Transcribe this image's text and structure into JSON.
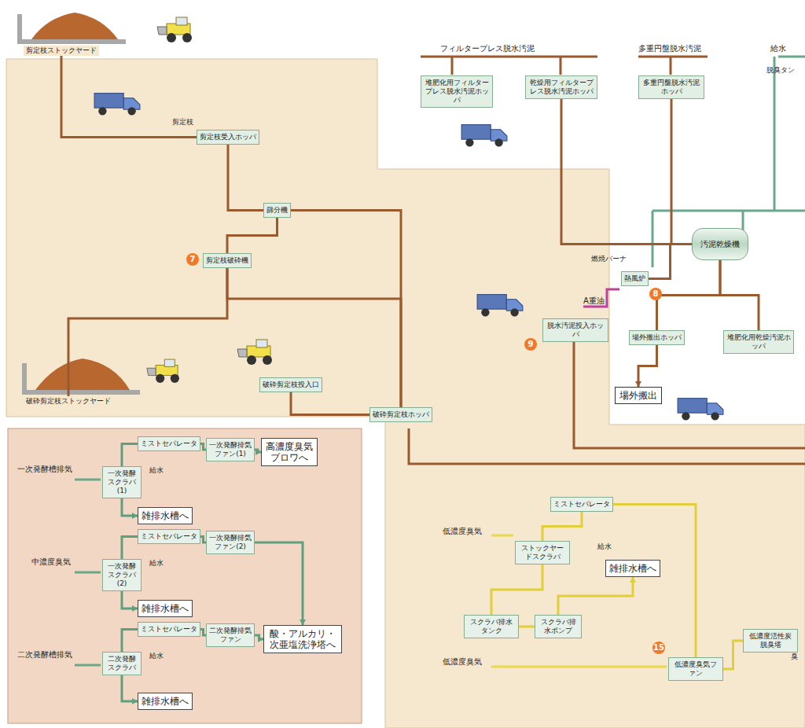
{
  "diagram": {
    "nodes": [
      {
        "text": [
          "剪定枝ストックヤード"
        ]
      },
      {
        "text": [
          "剪定枝受入ホッパ"
        ]
      },
      {
        "text": [
          "篩分機"
        ]
      },
      {
        "text": [
          "剪定枝破砕機"
        ]
      },
      {
        "text": [
          "破砕剪定枝ストックヤード"
        ]
      },
      {
        "text": [
          "破砕剪定枝投入口"
        ]
      },
      {
        "text": [
          "破砕剪定枝ホッパ"
        ]
      },
      {
        "text": [
          "堆肥化用フィルタープレス脱水汚泥ホッパ"
        ]
      },
      {
        "text": [
          "乾燥用フィルタープレス脱水汚泥ホッパ"
        ]
      },
      {
        "text": [
          "多重円盤脱水汚泥ホッパ"
        ]
      },
      {
        "text": [
          "熱風炉"
        ]
      },
      {
        "text": [
          "汚泥乾燥機"
        ]
      },
      {
        "text": [
          "場外搬出ホッパ"
        ]
      },
      {
        "text": [
          "堆肥化用乾燥汚泥ホッパ"
        ]
      },
      {
        "text": [
          "場外搬出"
        ]
      },
      {
        "text": [
          "脱水汚泥投入ホッパ"
        ]
      },
      {
        "text": [
          "ミストセパレータ"
        ]
      },
      {
        "text": [
          "一次発酵排気ファン(1)"
        ]
      },
      {
        "text": [
          "高濃度臭気 ブロワへ"
        ]
      },
      {
        "text": [
          "一次発酵スクラバ(1)"
        ]
      },
      {
        "text": [
          "雑排水槽へ"
        ]
      },
      {
        "text": [
          "ミストセパレータ"
        ]
      },
      {
        "text": [
          "一次発酵排気ファン(2)"
        ]
      },
      {
        "text": [
          "一次発酵スクラバ(2)"
        ]
      },
      {
        "text": [
          "雑排水槽へ"
        ]
      },
      {
        "text": [
          "ミストセパレータ"
        ]
      },
      {
        "text": [
          "二次発酵排気ファン"
        ]
      },
      {
        "text": [
          "酸・アルカリ・ 次亜塩洗浄塔へ"
        ]
      },
      {
        "text": [
          "二次発酵スクラバ"
        ]
      },
      {
        "text": [
          "雑排水槽へ"
        ]
      },
      {
        "text": [
          "ミストセパレータ"
        ]
      },
      {
        "text": [
          "ストックヤードスクラバ"
        ]
      },
      {
        "text": [
          "雑排水槽へ"
        ]
      },
      {
        "text": [
          "スクラバ排水タンク"
        ]
      },
      {
        "text": [
          "スクラバ排水ポンプ"
        ]
      },
      {
        "text": [
          "低濃度臭気ファン"
        ]
      },
      {
        "text": [
          "低濃度活性炭脱臭塔"
        ]
      }
    ],
    "edges": [
      {
        "from": 0,
        "to": 1,
        "arrow": "none"
      },
      {
        "from": 1,
        "to": 2,
        "arrow": "none"
      },
      {
        "from": 2,
        "to": 3,
        "arrow": "none"
      },
      {
        "from": 2,
        "to": 6,
        "arrow": "none"
      },
      {
        "from": 3,
        "to": 6,
        "arrow": "none"
      },
      {
        "from": 3,
        "to": 4,
        "arrow": "none"
      },
      {
        "from": 5,
        "to": 6,
        "arrow": "none"
      },
      {
        "from": 8,
        "to": 11,
        "arrow": "none"
      },
      {
        "from": 9,
        "to": 11,
        "arrow": "none"
      },
      {
        "from": 10,
        "to": 11,
        "arrow": "none"
      },
      {
        "from": 11,
        "to": 12,
        "arrow": "none"
      },
      {
        "from": 11,
        "to": 13,
        "arrow": "none"
      },
      {
        "from": 12,
        "to": 14,
        "arrow": "to"
      },
      {
        "from": 16,
        "to": 17,
        "arrow": "none"
      },
      {
        "from": 17,
        "to": 18,
        "arrow": "to"
      },
      {
        "from": 19,
        "to": 16,
        "arrow": "none"
      },
      {
        "from": 19,
        "to": 20,
        "arrow": "to"
      },
      {
        "from": 21,
        "to": 22,
        "arrow": "none"
      },
      {
        "from": 22,
        "to": 27,
        "arrow": "to"
      },
      {
        "from": 23,
        "to": 21,
        "arrow": "none"
      },
      {
        "from": 23,
        "to": 24,
        "arrow": "to"
      },
      {
        "from": 25,
        "to": 26,
        "arrow": "none"
      },
      {
        "from": 26,
        "to": 27,
        "arrow": "to"
      },
      {
        "from": 28,
        "to": 25,
        "arrow": "none"
      },
      {
        "from": 28,
        "to": 29,
        "arrow": "to"
      },
      {
        "from": 31,
        "to": 30,
        "arrow": "none"
      },
      {
        "from": 30,
        "to": 35,
        "arrow": "none"
      },
      {
        "from": 35,
        "to": 36,
        "arrow": "none"
      },
      {
        "from": 31,
        "to": 33,
        "arrow": "none"
      },
      {
        "from": 33,
        "to": 34,
        "arrow": "none"
      },
      {
        "from": 34,
        "to": 32,
        "arrow": "to"
      }
    ],
    "labels": [
      "剪定枝",
      "7",
      "フィルタープレス脱水汚泥",
      "多重円盤脱水汚泥",
      "給水",
      "脱臭タン",
      "燃焼バーナ",
      "A重油",
      "8",
      "9",
      "一次発酵槽排気",
      "給水",
      "中濃度臭気",
      "給水",
      "二次発酵槽排気",
      "給水",
      "低濃度臭気",
      "給水",
      "低濃度臭気",
      "15",
      "臭"
    ]
  }
}
